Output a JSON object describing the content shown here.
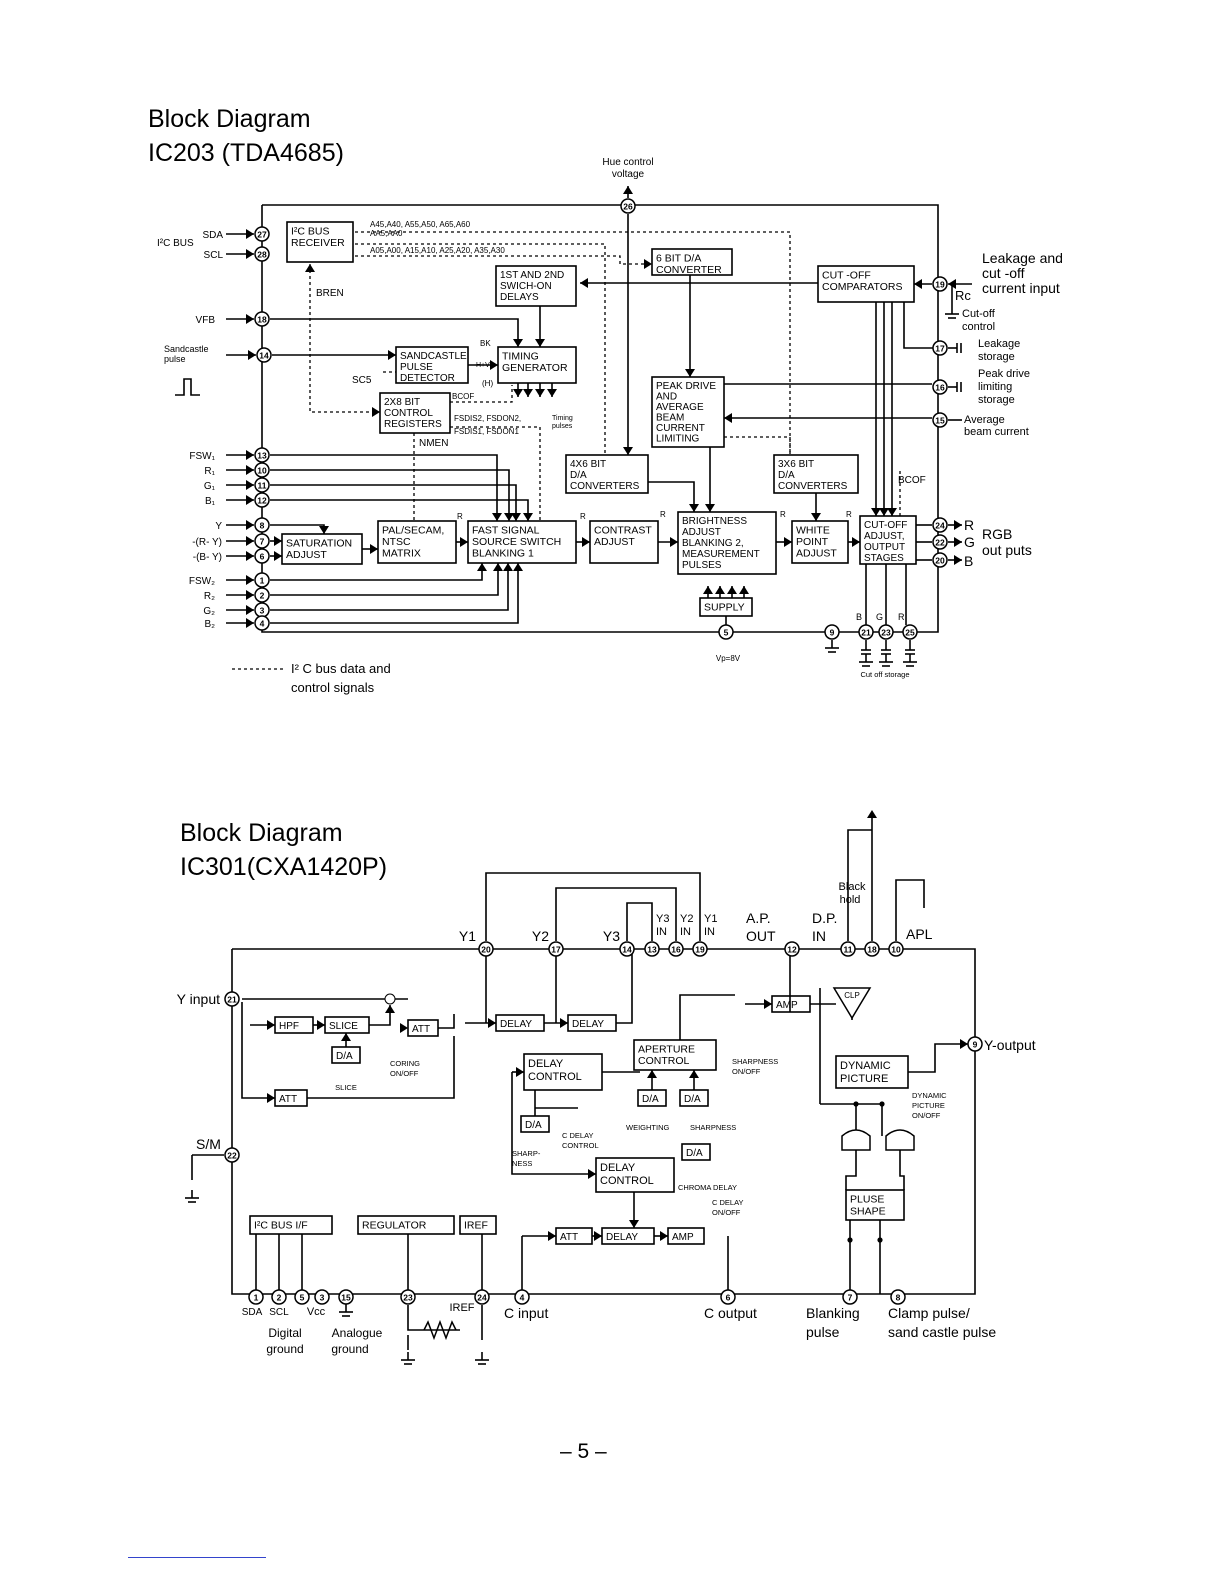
{
  "page_number": "– 5 –",
  "diagram1": {
    "title": "Block Diagram",
    "subtitle": "IC203 (TDA4685)",
    "blocks": [
      {
        "id": "i2c_rx",
        "lines": [
          "I²C BUS",
          "RECEIVER"
        ]
      },
      {
        "id": "switch_on",
        "lines": [
          "1ST AND 2ND",
          "SWICH-ON",
          "DELAYS"
        ]
      },
      {
        "id": "dac6",
        "lines": [
          "6 BIT D/A",
          "CONVERTER"
        ]
      },
      {
        "id": "cutoff_comp",
        "lines": [
          "CUT -OFF",
          "COMPARATORS"
        ]
      },
      {
        "id": "sandcastle",
        "lines": [
          "SANDCASTLE",
          "PULSE",
          "DETECTOR"
        ]
      },
      {
        "id": "timing",
        "lines": [
          "TIMING",
          "GENERATOR"
        ]
      },
      {
        "id": "ctrl_reg",
        "lines": [
          "2X8 BIT",
          "CONTROL",
          "REGISTERS"
        ]
      },
      {
        "id": "peak_drive",
        "lines": [
          "PEAK DRIVE",
          "AND",
          "AVERAGE",
          "BEAM",
          "CURRENT",
          "LIMITING"
        ]
      },
      {
        "id": "dac4x6",
        "lines": [
          "4X6 BIT",
          "D/A",
          "CONVERTERS"
        ]
      },
      {
        "id": "dac3x6",
        "lines": [
          "3X6 BIT",
          "D/A",
          "CONVERTERS"
        ]
      },
      {
        "id": "saturation",
        "lines": [
          "SATURATION",
          "ADJUST"
        ]
      },
      {
        "id": "pal_matrix",
        "lines": [
          "PAL/SECAM,",
          "NTSC",
          "MATRIX"
        ]
      },
      {
        "id": "fast_signal",
        "lines": [
          "FAST SIGNAL",
          "SOURCE SWITCH",
          "BLANKING 1"
        ]
      },
      {
        "id": "contrast",
        "lines": [
          "CONTRAST",
          "ADJUST"
        ]
      },
      {
        "id": "brightness",
        "lines": [
          "BRIGHTNESS",
          "ADJUST",
          "BLANKING 2,",
          "MEASUREMENT",
          "PULSES"
        ]
      },
      {
        "id": "white_point",
        "lines": [
          "WHITE",
          "POINT",
          "ADJUST"
        ]
      },
      {
        "id": "cutoff_out",
        "lines": [
          "CUT-OFF",
          "ADJUST,",
          "OUTPUT",
          "STAGES"
        ]
      },
      {
        "id": "supply",
        "lines": [
          "SUPPLY"
        ]
      }
    ],
    "bus_labels": {
      "top1": "A45,A40, A55,A50, A65,A60",
      "top2": "AA5,AA0",
      "top3": "A05,A00, A15,A10, A25,A20, A35,A30",
      "bren": "BREN",
      "nmen": "NMEN",
      "bk": "BK",
      "bcof": "BCOF",
      "bcof2": "BCOF",
      "sc5": "SC5",
      "hv": "H+V",
      "h": "(H)",
      "fsd1": "FSDIS2, FSDON2,",
      "fsd2": "FSDIS1, FSDON1",
      "timing_pulses": [
        "Timing",
        "pulses"
      ]
    },
    "left_pins": [
      {
        "label": "SDA",
        "pin": "27"
      },
      {
        "label": "SCL",
        "pin": "28"
      },
      {
        "label": "VFB",
        "pin": "18"
      },
      {
        "label": "FSW₁",
        "pin": "13"
      },
      {
        "label": "R₁",
        "pin": "10"
      },
      {
        "label": "G₁",
        "pin": "11"
      },
      {
        "label": "B₁",
        "pin": "12"
      },
      {
        "label": "Y",
        "pin": "8"
      },
      {
        "label": "-(R- Y)",
        "pin": "7"
      },
      {
        "label": "-(B- Y)",
        "pin": "6"
      },
      {
        "label": "FSW₂",
        "pin": "1"
      },
      {
        "label": "R₂",
        "pin": "2"
      },
      {
        "label": "G₂",
        "pin": "3"
      },
      {
        "label": "B₂",
        "pin": "4"
      }
    ],
    "i2c_bus_label": "I²C BUS",
    "sandcastle_label": [
      "Sandcastle",
      "pulse"
    ],
    "hue_label": [
      "Hue control",
      "voltage"
    ],
    "hue_pin": "26",
    "right_labels": {
      "leakage": [
        "Leakage and",
        "cut -off",
        "current input"
      ],
      "rc": "Rc",
      "cutoff_control": [
        "Cut-off",
        "control"
      ],
      "leakage_storage": [
        "Leakage",
        "storage"
      ],
      "peak_storage": [
        "Peak drive",
        "limiting",
        "storage"
      ],
      "avg_beam": [
        "Average",
        "beam current"
      ],
      "rgb": [
        "RGB",
        "out puts"
      ],
      "r": "R",
      "g": "G",
      "b": "B"
    },
    "right_pins": [
      "19",
      "17",
      "16",
      "15",
      "24",
      "22",
      "20"
    ],
    "bottom_pins": [
      "5",
      "9",
      "21",
      "23",
      "25"
    ],
    "vp": "Vp=8V",
    "cutoff_storage": "Cut off storage",
    "legend": [
      "I² C bus data and",
      "control signals"
    ],
    "colour_tags": [
      "R",
      "G",
      "B"
    ]
  },
  "diagram2": {
    "title": "Block Diagram",
    "subtitle": "IC301(CXA1420P)",
    "blocks": [
      {
        "id": "att1",
        "lines": [
          "ATT"
        ]
      },
      {
        "id": "hpf",
        "lines": [
          "HPF"
        ]
      },
      {
        "id": "slice",
        "lines": [
          "SLICE"
        ]
      },
      {
        "id": "da1",
        "lines": [
          "D/A"
        ]
      },
      {
        "id": "att2",
        "lines": [
          "ATT"
        ]
      },
      {
        "id": "delay1",
        "lines": [
          "DELAY"
        ]
      },
      {
        "id": "delay2",
        "lines": [
          "DELAY"
        ]
      },
      {
        "id": "delay_ctrl1",
        "lines": [
          "DELAY",
          "CONTROL"
        ]
      },
      {
        "id": "aperture",
        "lines": [
          "APERTURE",
          "CONTROL"
        ]
      },
      {
        "id": "amp1",
        "lines": [
          "AMP"
        ]
      },
      {
        "id": "dynamic",
        "lines": [
          "DYNAMIC",
          "PICTURE"
        ]
      },
      {
        "id": "da2",
        "lines": [
          "D/A"
        ]
      },
      {
        "id": "da3",
        "lines": [
          "D/A"
        ]
      },
      {
        "id": "da4",
        "lines": [
          "D/A"
        ]
      },
      {
        "id": "delay_ctrl2",
        "lines": [
          "DELAY",
          "CONTROL"
        ]
      },
      {
        "id": "da5",
        "lines": [
          "D/A"
        ]
      },
      {
        "id": "pulse",
        "lines": [
          "PLUSE",
          "SHAPE"
        ]
      },
      {
        "id": "i2c",
        "lines": [
          "I²C BUS I/F"
        ]
      },
      {
        "id": "regulator",
        "lines": [
          "REGULATOR"
        ]
      },
      {
        "id": "iref",
        "lines": [
          "IREF"
        ]
      },
      {
        "id": "att3",
        "lines": [
          "ATT"
        ]
      },
      {
        "id": "delay3",
        "lines": [
          "DELAY"
        ]
      },
      {
        "id": "amp2",
        "lines": [
          "AMP"
        ]
      }
    ],
    "labels": {
      "y_input": "Y input",
      "sm": "S/M",
      "y_output": "Y-output",
      "coring": [
        "CORING",
        "ON/OFF"
      ],
      "slice": "SLICE",
      "sharpness_onoff": [
        "SHARPNESS",
        "ON/OFF"
      ],
      "dynamic_onoff": [
        "DYNAMIC",
        "PICTURE",
        "ON/OFF"
      ],
      "weighting": "WEIGHTING",
      "sharpness": "SHARPNESS",
      "c_delay_control": [
        "C DELAY",
        "CONTROL"
      ],
      "sharpness2": [
        "SHARP-",
        "NESS"
      ],
      "chroma_delay": "CHROMA DELAY",
      "c_delay_onoff": [
        "C DELAY",
        "ON/OFF"
      ],
      "y1": "Y1",
      "y2": "Y2",
      "y3": "Y3",
      "y3in": [
        "Y3",
        "IN"
      ],
      "y2in": [
        "Y2",
        "IN"
      ],
      "y1in": [
        "Y1",
        "IN"
      ],
      "ap_out": [
        "A.P.",
        "OUT"
      ],
      "dp_in": [
        "D.P.",
        "IN"
      ],
      "black_hold": [
        "Black",
        "hold"
      ],
      "apl": "APL",
      "sda": "SDA",
      "scl": "SCL",
      "vcc": "Vcc",
      "digital": [
        "Digital",
        "ground"
      ],
      "analogue": [
        "Analogue",
        "ground"
      ],
      "iref": "IREF",
      "c_input": "C input",
      "c_output": "C output",
      "blanking": [
        "Blanking",
        "pulse"
      ],
      "clamp": [
        "Clamp pulse/",
        "sand castle pulse"
      ],
      "clp": "CLP"
    },
    "top_pins": [
      "20",
      "17",
      "14",
      "13",
      "16",
      "19",
      "12",
      "11",
      "18",
      "10"
    ],
    "bottom_pins": [
      "1",
      "2",
      "5",
      "3",
      "15",
      "23",
      "24",
      "4",
      "6",
      "7",
      "8"
    ],
    "side_pins": [
      "21",
      "22",
      "9"
    ]
  }
}
